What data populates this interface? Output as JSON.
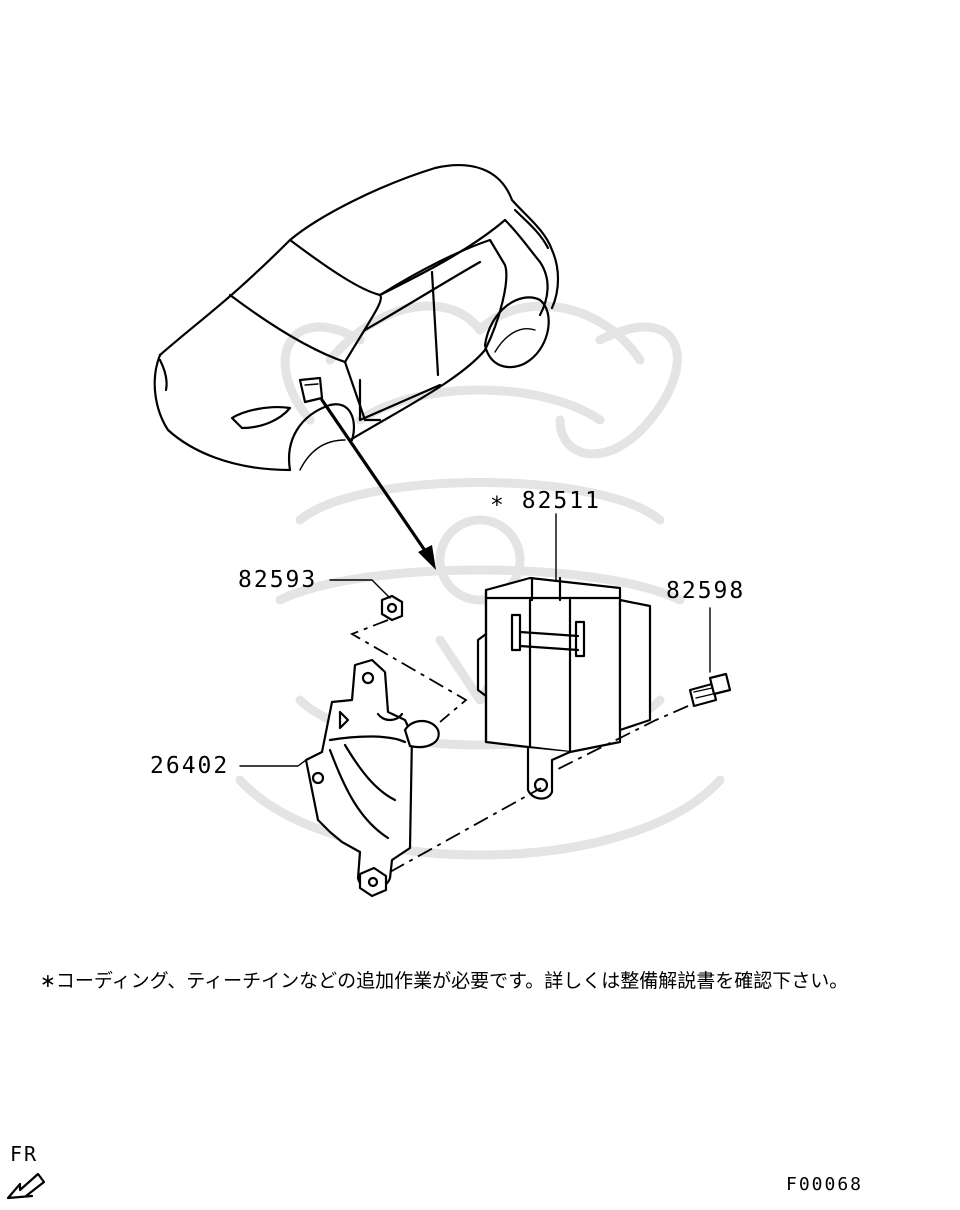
{
  "parts": {
    "ecu": {
      "number": "82511",
      "marker": "∗"
    },
    "nut": {
      "number": "82593"
    },
    "bolt": {
      "number": "82598"
    },
    "bracket": {
      "number": "26402"
    }
  },
  "note": "∗コーディング、ティーチインなどの追加作業が必要です。詳しくは整備解説書を確認下さい。",
  "orientation": {
    "label": "FR",
    "icon": "front-arrow-icon"
  },
  "figure_code": "F00068"
}
